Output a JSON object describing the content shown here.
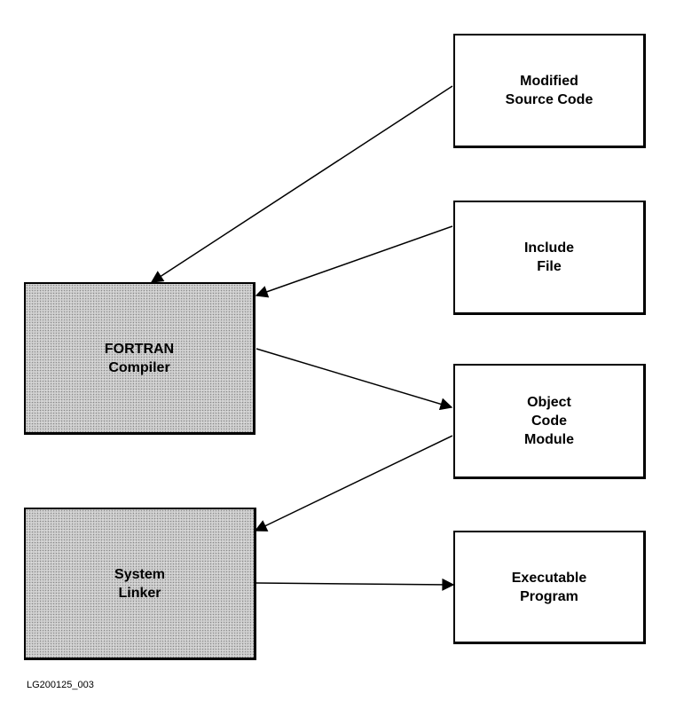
{
  "boxes": {
    "modified_source": "Modified\nSource Code",
    "include_file": "Include\nFile",
    "object_code": "Object\nCode\nModule",
    "executable": "Executable\nProgram",
    "fortran_compiler": "FORTRAN\nCompiler",
    "system_linker": "System\nLinker"
  },
  "figure_id": "LG200125_003"
}
